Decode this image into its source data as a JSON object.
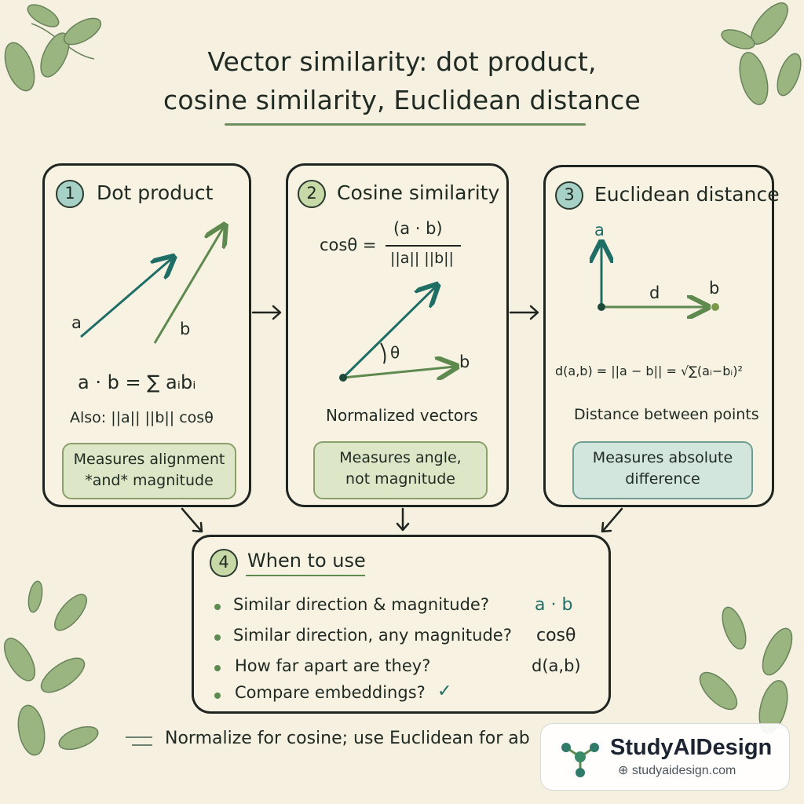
{
  "title": {
    "line1": "Vector similarity: dot product,",
    "line2": "cosine similarity, Euclidean distance"
  },
  "panels": [
    {
      "number": "1",
      "title": "Dot product",
      "label_a": "a",
      "label_b": "b",
      "formula": "a · b = ∑ aᵢbᵢ",
      "also": "Also: ||a|| ||b|| cosθ",
      "tag_line1": "Measures alignment",
      "tag_line2": "*and* magnitude"
    },
    {
      "number": "2",
      "title": "Cosine similarity",
      "formula_lhs": "cosθ =",
      "formula_num": "(a · b)",
      "formula_den": "||a|| ||b||",
      "angle_label": "θ",
      "label_b": "b",
      "caption": "Normalized vectors",
      "tag_line1": "Measures angle,",
      "tag_line2": "not magnitude"
    },
    {
      "number": "3",
      "title": "Euclidean distance",
      "label_a": "a",
      "label_d": "d",
      "label_b": "b",
      "formula": "d(a,b) = ||a − b|| = √∑(aᵢ−bᵢ)²",
      "caption": "Distance between points",
      "tag_line1": "Measures absolute",
      "tag_line2": "difference"
    }
  ],
  "when_to_use": {
    "number": "4",
    "title": "When to use",
    "items": [
      {
        "question": "Similar direction & magnitude?",
        "answer": "a · b"
      },
      {
        "question": "Similar direction, any magnitude?",
        "answer": "cosθ"
      },
      {
        "question": "How far apart are they?",
        "answer": "d(a,b)"
      },
      {
        "question": "Compare embeddings?",
        "answer": "✓"
      }
    ]
  },
  "footer": "Normalize for cosine; use Euclidean for ab",
  "logo": {
    "name": "StudyAIDesign",
    "url": "studyaidesign.com"
  },
  "colors": {
    "teal": "#1f6e66",
    "green": "#5f8a4f",
    "ink": "#1f2520",
    "paper": "#f6f0e1"
  },
  "icons": [
    "leaf-sprig",
    "arrow-right",
    "check-mark",
    "logo-network-icon"
  ]
}
